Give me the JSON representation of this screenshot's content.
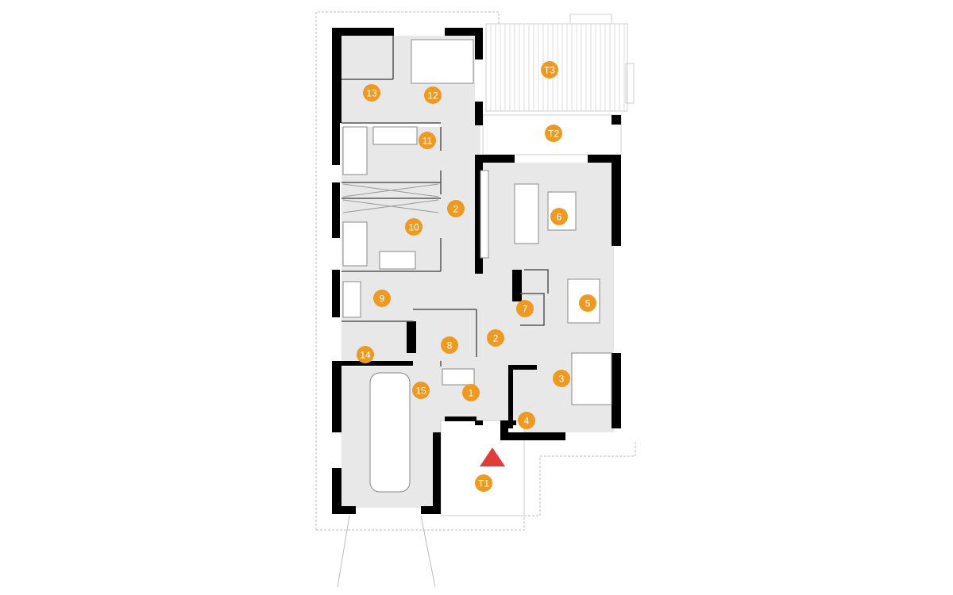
{
  "plan": {
    "marker_color": "#EE9A22",
    "wall_color": "#000000",
    "floor_color": "#E8E8E8",
    "entry_arrow_color": "#E03C3C",
    "rooms": [
      "13",
      "12",
      "T3",
      "T2",
      "11",
      "2",
      "6",
      "10",
      "9",
      "5",
      "7",
      "8",
      "2",
      "14",
      "3",
      "15",
      "1",
      "4",
      "T1"
    ]
  }
}
